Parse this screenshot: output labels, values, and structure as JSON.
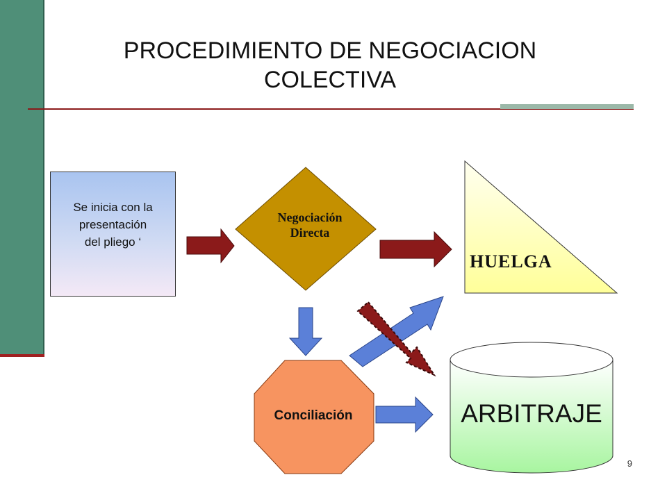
{
  "title": "PROCEDIMIENTO DE NEGOCIACION\nCOLECTIVA",
  "nodes": {
    "start": "Se inicia con la\npresentación\ndel pliego ‘",
    "negotiation": "Negociación\nDirecta",
    "strike": "HUELGA",
    "conciliation": "Conciliación",
    "arbitration": "ARBITRAJE"
  },
  "page_number": "9",
  "colors": {
    "sidebar": "#4f8f78",
    "title_rule": "#8b1a1a",
    "title_rule_accent": "#9bb8a8",
    "dark_arrow": "#8b1a1a",
    "blue_arrow": "#5b80d8",
    "negotiation_fill": "#c49000",
    "strike_fill": "#ffff99",
    "conciliation_fill": "#f79460",
    "arbitration_fill": "#a8f5a0"
  }
}
